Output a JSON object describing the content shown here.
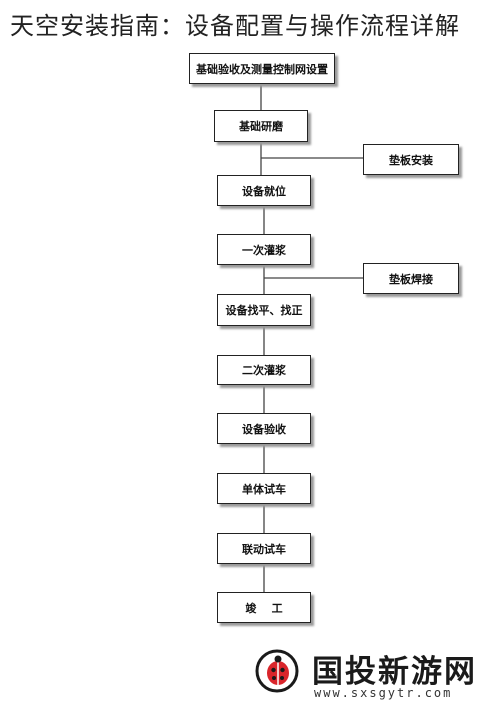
{
  "page": {
    "title": "天空安装指南：设备配置与操作流程详解"
  },
  "flowchart": {
    "steps": [
      "基础验收及测量控制网设置",
      "基础研磨",
      "设备就位",
      "一次灌浆",
      "设备找平、找正",
      "二次灌浆",
      "设备验收",
      "单体试车",
      "联动试车",
      "竣    工"
    ],
    "side_steps": [
      "垫板安装",
      "垫板焊接"
    ]
  },
  "watermark": {
    "name": "国投新游网",
    "url": "www.sxsgytr.com",
    "logo_icon": "ladybug-logo-icon"
  }
}
